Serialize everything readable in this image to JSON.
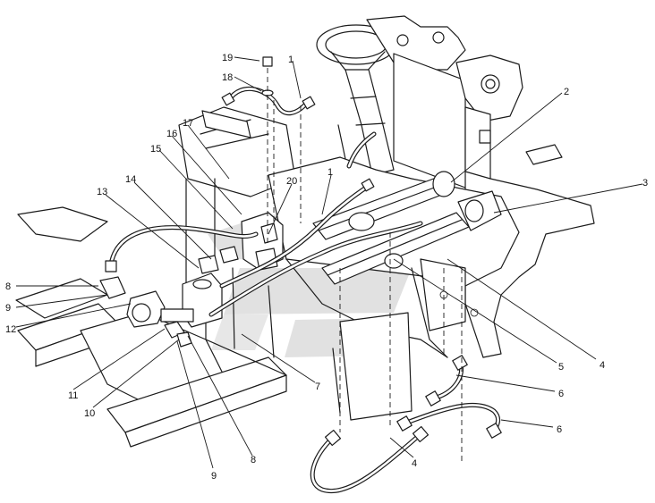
{
  "callouts": [
    {
      "id": "c19",
      "text": "19"
    },
    {
      "id": "c18",
      "text": "18"
    },
    {
      "id": "c1a",
      "text": "1"
    },
    {
      "id": "c17",
      "text": "17"
    },
    {
      "id": "c16",
      "text": "16"
    },
    {
      "id": "c15",
      "text": "15"
    },
    {
      "id": "c14",
      "text": "14"
    },
    {
      "id": "c13",
      "text": "13"
    },
    {
      "id": "c20",
      "text": "20"
    },
    {
      "id": "c1b",
      "text": "1"
    },
    {
      "id": "c2",
      "text": "2"
    },
    {
      "id": "c3",
      "text": "3"
    },
    {
      "id": "c8a",
      "text": "8"
    },
    {
      "id": "c9a",
      "text": "9"
    },
    {
      "id": "c12",
      "text": "12"
    },
    {
      "id": "c11",
      "text": "11"
    },
    {
      "id": "c10",
      "text": "10"
    },
    {
      "id": "c9b",
      "text": "9"
    },
    {
      "id": "c8b",
      "text": "8"
    },
    {
      "id": "c7",
      "text": "7"
    },
    {
      "id": "c5",
      "text": "5"
    },
    {
      "id": "c4a",
      "text": "4"
    },
    {
      "id": "c6a",
      "text": "6"
    },
    {
      "id": "c6b",
      "text": "6"
    },
    {
      "id": "c4b",
      "text": "4"
    }
  ]
}
